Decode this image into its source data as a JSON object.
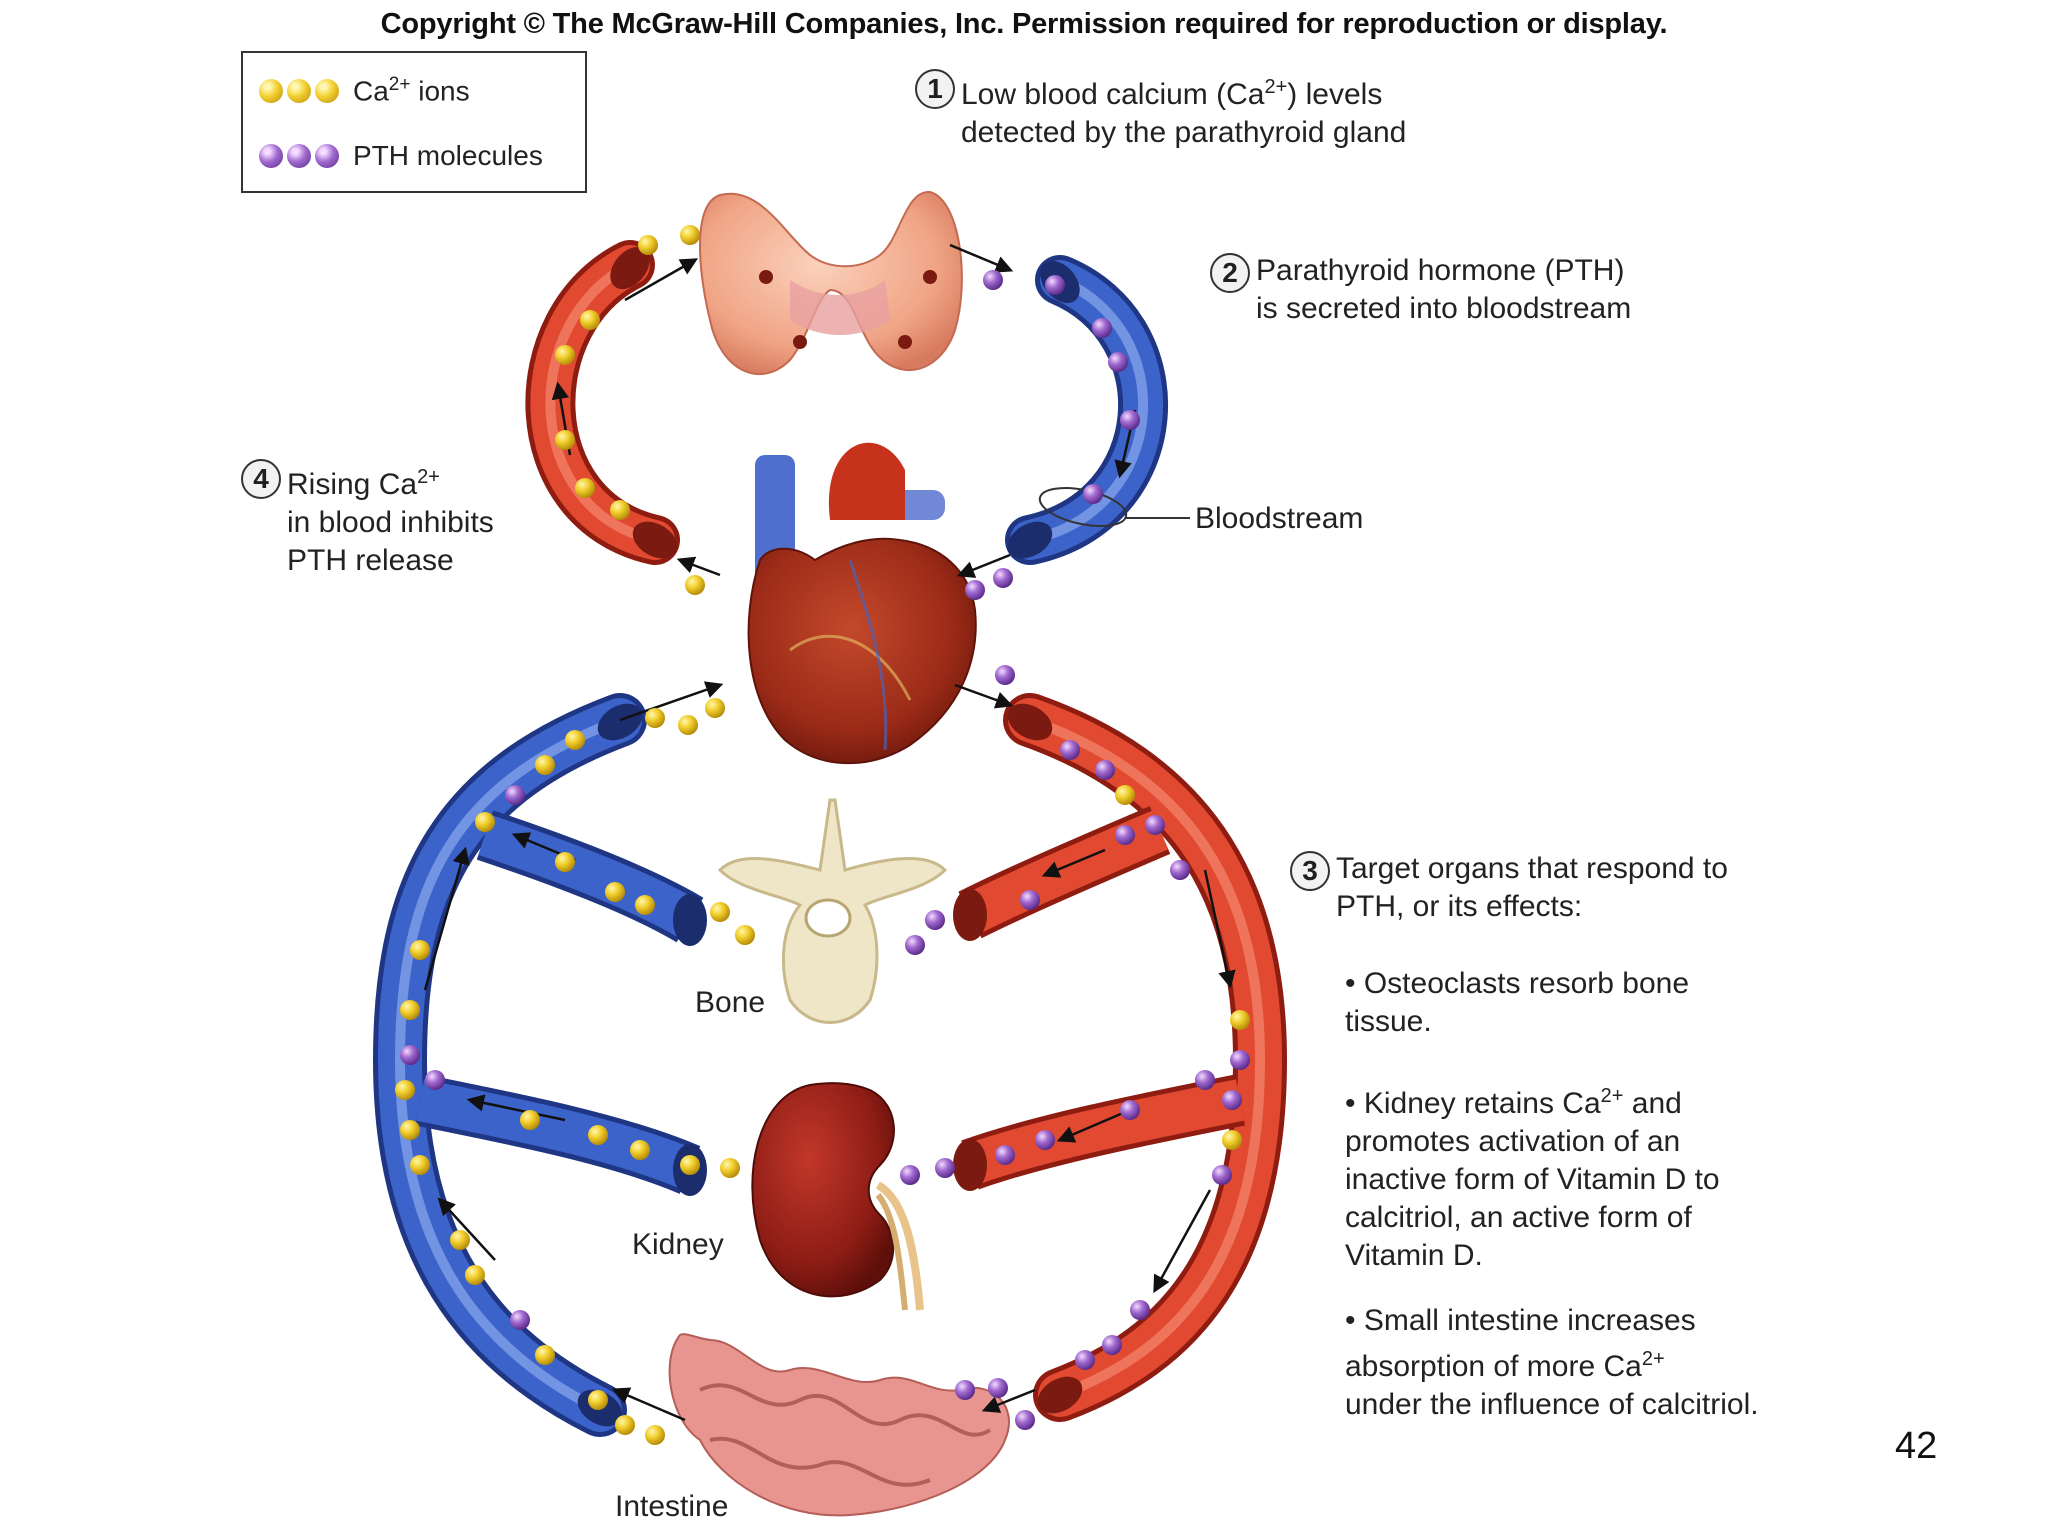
{
  "copyright": "Copyright © The McGraw-Hill Companies, Inc. Permission required for reproduction or display.",
  "legend": {
    "items": [
      {
        "base": "Ca",
        "sup": "2+",
        "rest": " ions",
        "color": "#f2cf2e"
      },
      {
        "base": "PTH molecules",
        "sup": "",
        "rest": "",
        "color": "#a16ad0"
      }
    ]
  },
  "steps": [
    {
      "num": "1",
      "text": "Low blood calcium (Ca2+) levels\ndetected by the parathyroid gland"
    },
    {
      "num": "2",
      "text": "Parathyroid hormone (PTH)\nis secreted into bloodstream"
    },
    {
      "num": "3",
      "text": "Target organs that respond to\nPTH, or its effects:"
    },
    {
      "num": "4",
      "text": "Rising Ca2+\nin blood inhibits\nPTH release"
    }
  ],
  "bullets": [
    "• Osteoclasts resorb bone\n  tissue.",
    "• Kidney retains Ca2+ and\n  promotes activation of an\n  inactive form of Vitamin D to\n  calcitriol, an active form of\n  Vitamin D.",
    "• Small intestine increases\n  absorption of more Ca2+\n  under the influence of calcitriol."
  ],
  "labels": {
    "bloodstream": "Bloodstream",
    "bone": "Bone",
    "kidney": "Kidney",
    "intestine": "Intestine"
  },
  "page_number": "42",
  "colors": {
    "artery": "#e0462f",
    "vein": "#3c63c9",
    "calcium_ion": "#f2cf2e",
    "pth_molecule": "#a16ad0"
  }
}
